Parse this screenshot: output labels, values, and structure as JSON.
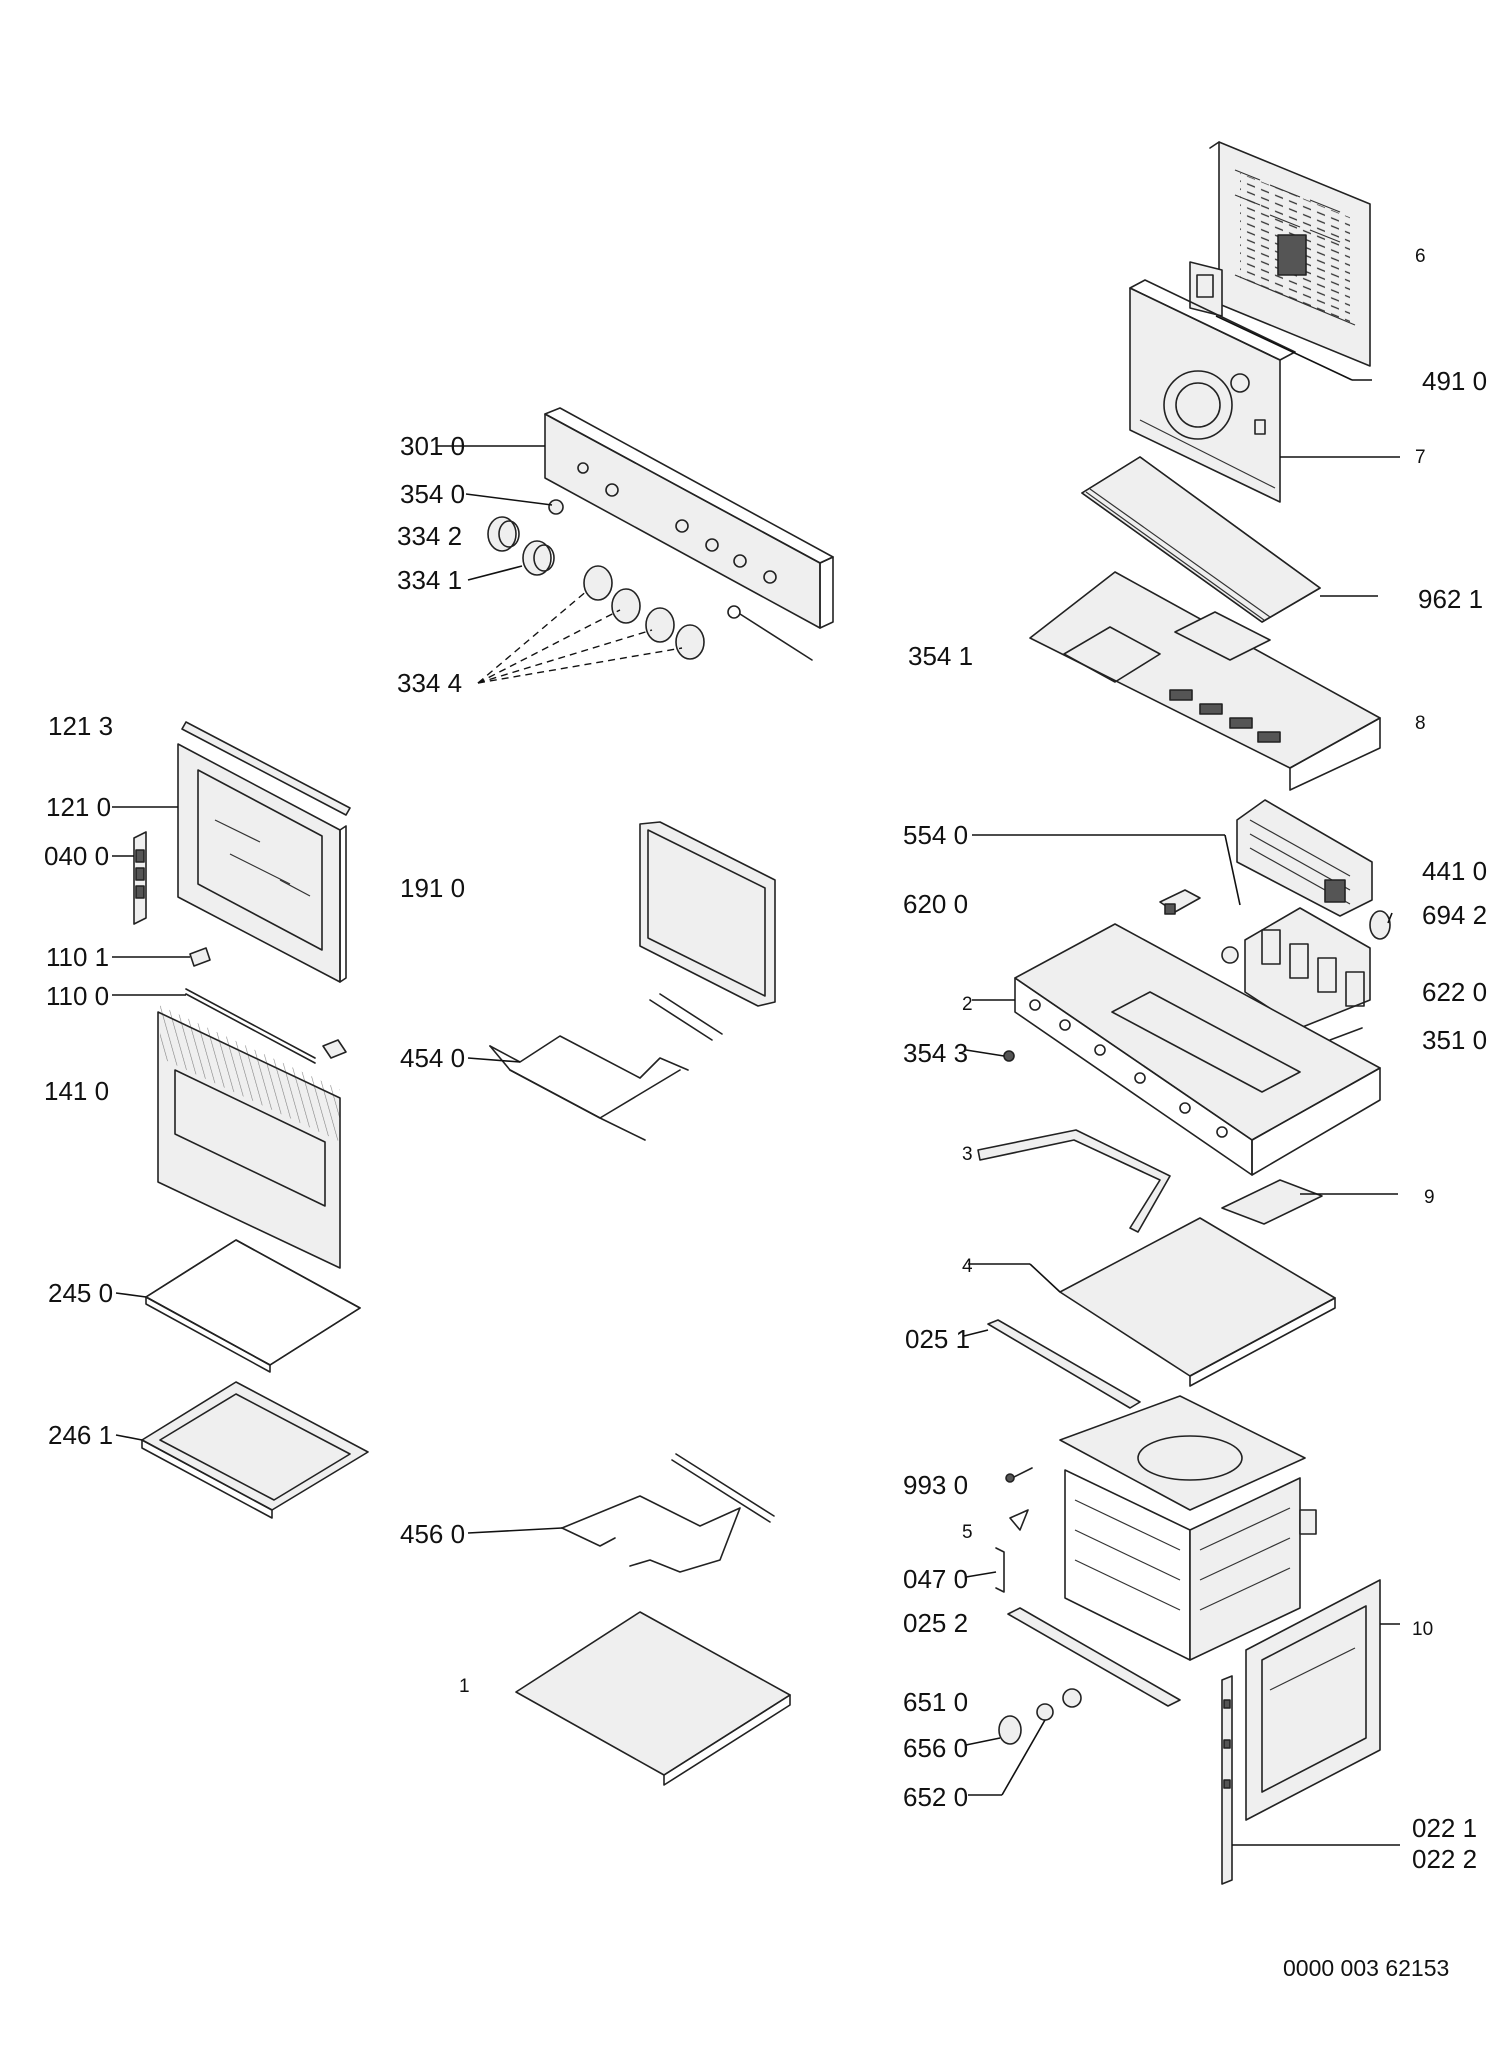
{
  "labels": {
    "l_301_0": "301 0",
    "l_354_0": "354 0",
    "l_334_2": "334 2",
    "l_334_1": "334 1",
    "l_334_4": "334 4",
    "l_121_3": "121 3",
    "l_121_0": "121 0",
    "l_040_0": "040 0",
    "l_191_0": "191 0",
    "l_110_1": "110 1",
    "l_110_0": "110 0",
    "l_454_0": "454 0",
    "l_141_0": "141 0",
    "l_245_0": "245 0",
    "l_246_1": "246 1",
    "l_456_0": "456 0",
    "l_1": "1",
    "l_6": "6",
    "l_491_0": "491 0",
    "l_7": "7",
    "l_962_1": "962 1",
    "l_354_1": "354 1",
    "l_8": "8",
    "l_554_0": "554 0",
    "l_441_0": "441 0",
    "l_620_0": "620 0",
    "l_694_2": "694 2",
    "l_2": "2",
    "l_622_0": "622 0",
    "l_354_3": "354 3",
    "l_351_0": "351 0",
    "l_3": "3",
    "l_9": "9",
    "l_4": "4",
    "l_025_1": "025 1",
    "l_993_0": "993 0",
    "l_5": "5",
    "l_047_0": "047 0",
    "l_025_2": "025 2",
    "l_10": "10",
    "l_651_0": "651 0",
    "l_656_0": "656 0",
    "l_652_0": "652 0",
    "l_022_1": "022 1",
    "l_022_2": "022 2"
  },
  "document_id": "0000 003 62153"
}
